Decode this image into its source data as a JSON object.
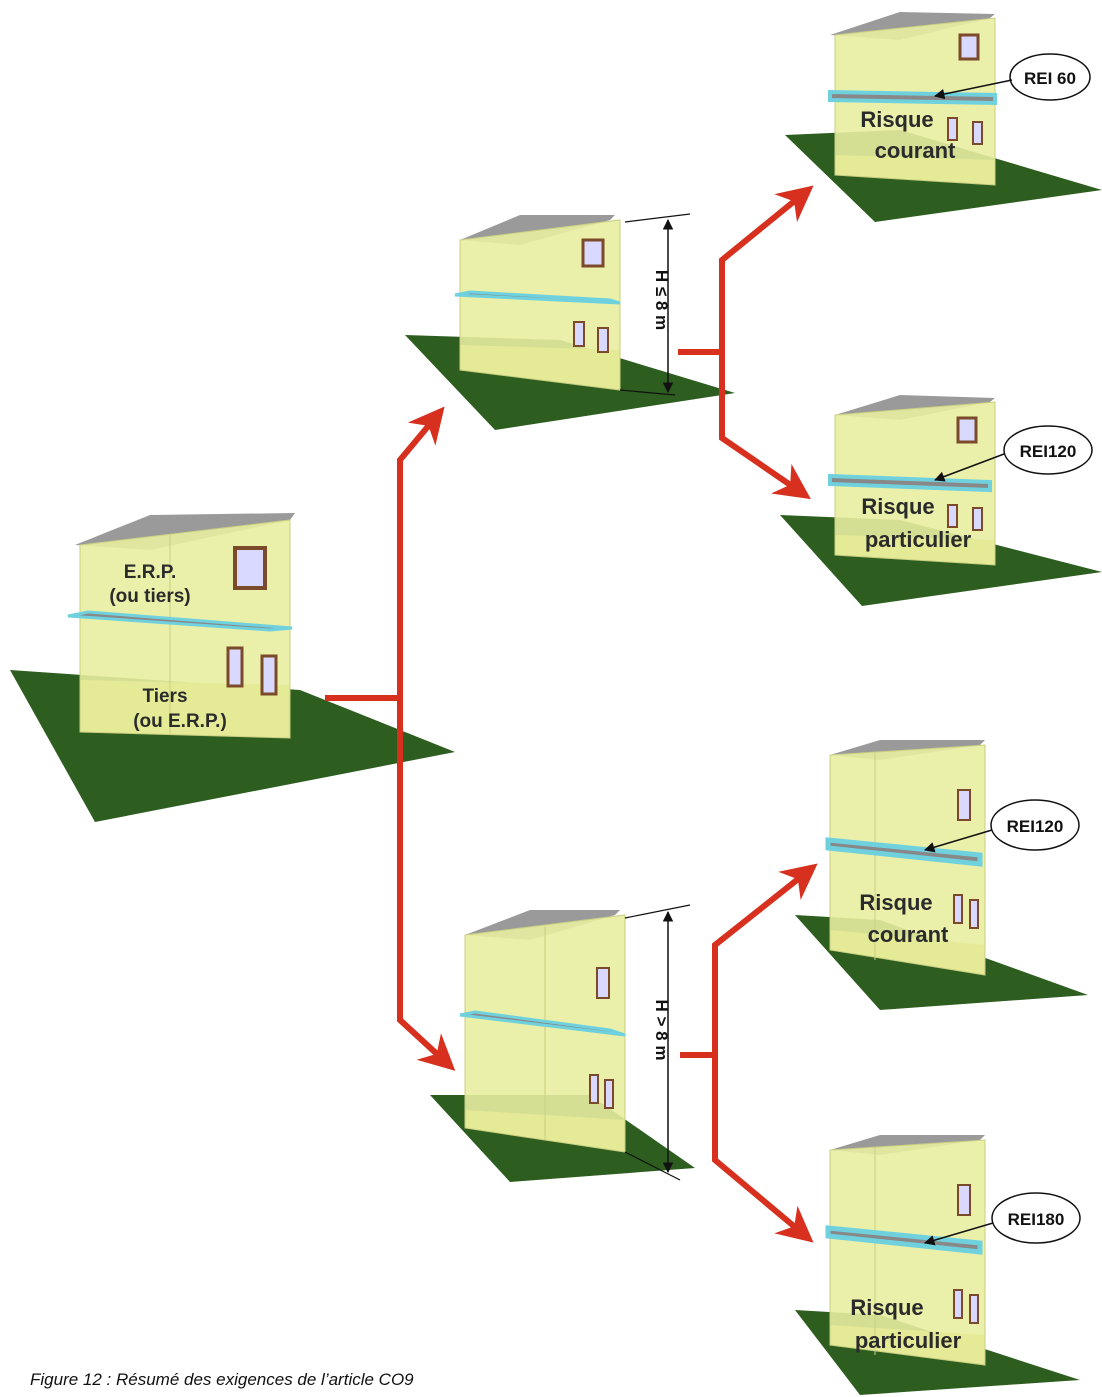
{
  "caption": "Figure 12 : Résumé des exigences de l’article CO9",
  "colors": {
    "ground": "#2d5e1f",
    "wall_front": "#e8eda0",
    "wall_side": "#dfe69a",
    "floor_yellow": "#c7cc45",
    "roof": "#9a9a9a",
    "slab": "#6fd1de",
    "arrow": "#d7301f",
    "text": "#2b2b2b"
  },
  "left_building": {
    "upper_label_line1": "E.R.P.",
    "upper_label_line2": "(ou tiers)",
    "lower_label_line1": "Tiers",
    "lower_label_line2": "(ou E.R.P.)"
  },
  "height_low": "H ≤ 8 m",
  "height_high": "H > 8 m",
  "outcomes": [
    {
      "rating": "REI 60",
      "line1": "Risque",
      "line2": "courant"
    },
    {
      "rating": "REI120",
      "line1": "Risque",
      "line2": "particulier"
    },
    {
      "rating": "REI120",
      "line1": "Risque",
      "line2": "courant"
    },
    {
      "rating": "REI180",
      "line1": "Risque",
      "line2": "particulier"
    }
  ]
}
